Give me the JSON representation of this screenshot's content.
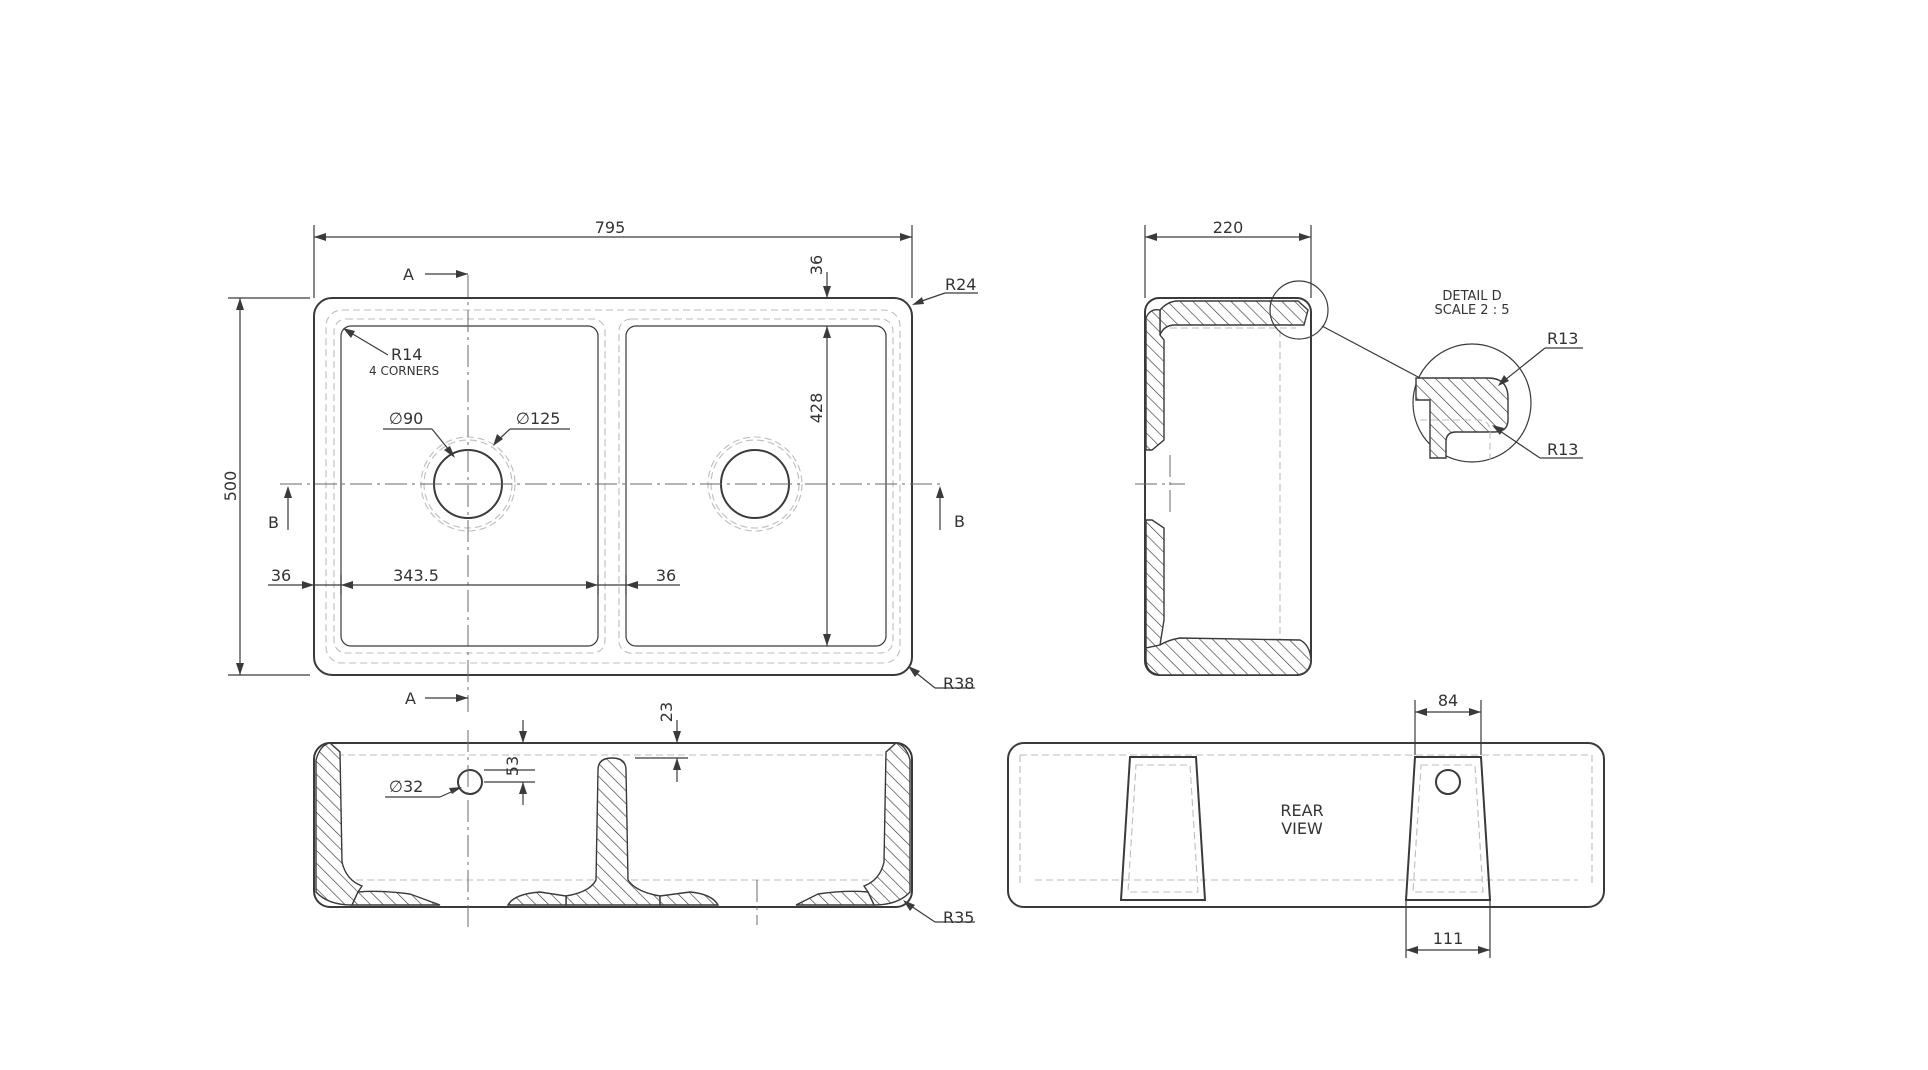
{
  "top_view": {
    "overall_length": "795",
    "overall_width": "500",
    "inner_depth_dim": "428",
    "rim_dim": "36",
    "outer_radius_top": "R24",
    "outer_radius_bottom": "R38",
    "inner_radius": "R14",
    "inner_radius_note": "4 CORNERS",
    "waste_hole_dia": "∅90",
    "waste_flange_dia": "∅125",
    "left_wall_dim": "36",
    "bowl_width_dim": "343.5",
    "center_wall_dim": "36",
    "section_a_label": "A",
    "section_b_label": "B"
  },
  "side_view": {
    "depth_dim": "220",
    "detail_title": "DETAIL D",
    "detail_scale": "SCALE 2 : 5",
    "detail_radius_1": "R13",
    "detail_radius_2": "R13"
  },
  "front_section": {
    "overflow_dia": "∅32",
    "overflow_height": "53",
    "divider_drop": "23",
    "base_radius": "R35"
  },
  "rear_view": {
    "label_line1": "REAR",
    "label_line2": "VIEW",
    "slot_top_width": "84",
    "slot_bottom_width": "111"
  }
}
